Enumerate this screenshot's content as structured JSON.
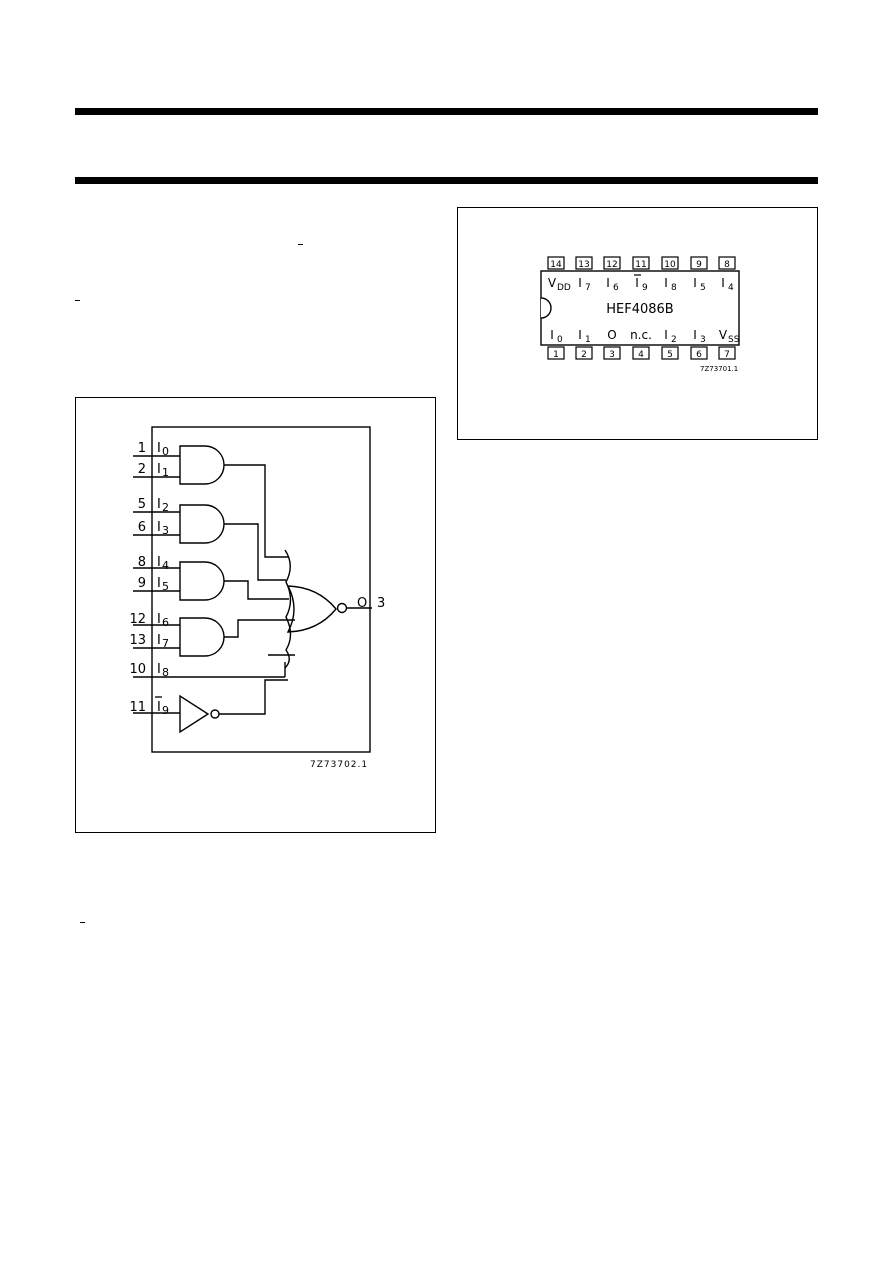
{
  "logic_diagram": {
    "inputs": [
      {
        "pin": "1",
        "name": "I",
        "sub": "0",
        "bar": false
      },
      {
        "pin": "2",
        "name": "I",
        "sub": "1",
        "bar": false
      },
      {
        "pin": "5",
        "name": "I",
        "sub": "2",
        "bar": false
      },
      {
        "pin": "6",
        "name": "I",
        "sub": "3",
        "bar": false
      },
      {
        "pin": "8",
        "name": "I",
        "sub": "4",
        "bar": false
      },
      {
        "pin": "9",
        "name": "I",
        "sub": "5",
        "bar": false
      },
      {
        "pin": "12",
        "name": "I",
        "sub": "6",
        "bar": false
      },
      {
        "pin": "13",
        "name": "I",
        "sub": "7",
        "bar": false
      },
      {
        "pin": "10",
        "name": "I",
        "sub": "8",
        "bar": false
      },
      {
        "pin": "11",
        "name": "I",
        "sub": "9",
        "bar": true
      }
    ],
    "output": {
      "name": "O",
      "pin": "3"
    },
    "code": "7Z73702.1"
  },
  "pinning": {
    "part": "HEF4086B",
    "code": "7Z73701.1",
    "top_pins": [
      {
        "num": "14",
        "name": "V",
        "sub": "DD",
        "bar": false
      },
      {
        "num": "13",
        "name": "I",
        "sub": "7",
        "bar": false
      },
      {
        "num": "12",
        "name": "I",
        "sub": "6",
        "bar": false
      },
      {
        "num": "11",
        "name": "I",
        "sub": "9",
        "bar": true
      },
      {
        "num": "10",
        "name": "I",
        "sub": "8",
        "bar": false
      },
      {
        "num": "9",
        "name": "I",
        "sub": "5",
        "bar": false
      },
      {
        "num": "8",
        "name": "I",
        "sub": "4",
        "bar": false
      }
    ],
    "bottom_pins": [
      {
        "num": "1",
        "name": "I",
        "sub": "0",
        "bar": false
      },
      {
        "num": "2",
        "name": "I",
        "sub": "1",
        "bar": false
      },
      {
        "num": "3",
        "name": "O",
        "sub": "",
        "bar": false
      },
      {
        "num": "4",
        "name": "n.c.",
        "sub": "",
        "bar": false
      },
      {
        "num": "5",
        "name": "I",
        "sub": "2",
        "bar": false
      },
      {
        "num": "6",
        "name": "I",
        "sub": "3",
        "bar": false
      },
      {
        "num": "7",
        "name": "V",
        "sub": "SS",
        "bar": false
      }
    ]
  }
}
